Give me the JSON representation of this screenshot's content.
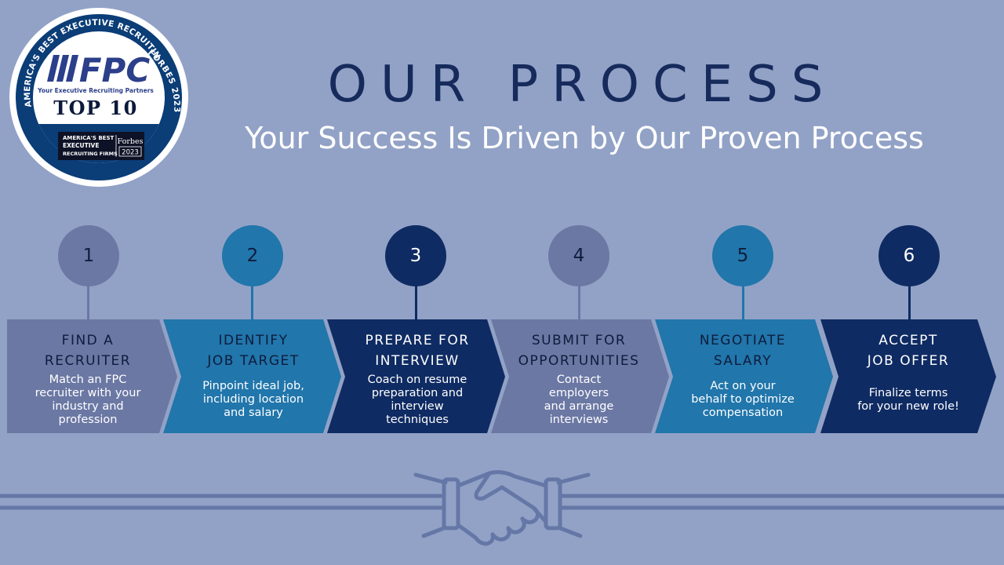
{
  "badge": {
    "arc_left": "AMERICA'S BEST EXECUTIVE RECRUITING FIRMS",
    "arc_right": "FORBES 2023",
    "logo": "FPC",
    "tagline": "Your Executive Recruiting Partners",
    "rank": "TOP 10",
    "seal_line1": "AMERICA'S BEST",
    "seal_line2": "EXECUTIVE",
    "seal_line3": "RECRUITING FIRMS",
    "seal_brand": "Forbes",
    "seal_year": "2023"
  },
  "title": "OUR PROCESS",
  "subtitle": "Your Success Is Driven by Our Proven Process",
  "colors": {
    "background": "#92a2c6",
    "gray_blue": "#6b78a4",
    "mid_blue": "#2176ab",
    "navy": "#0f2b63"
  },
  "steps": [
    {
      "number": "1",
      "heading": "FIND A\nRECRUITER",
      "description": "Match an FPC\nrecruiter with your\nindustry and\nprofession"
    },
    {
      "number": "2",
      "heading": "IDENTIFY\nJOB TARGET",
      "description": "Pinpoint ideal job,\nincluding location\nand salary"
    },
    {
      "number": "3",
      "heading": "PREPARE FOR\nINTERVIEW",
      "description": "Coach on resume\npreparation and\ninterview\ntechniques"
    },
    {
      "number": "4",
      "heading": "SUBMIT FOR\nOPPORTUNITIES",
      "description": "Contact\nemployers\nand arrange\ninterviews"
    },
    {
      "number": "5",
      "heading": "NEGOTIATE\nSALARY",
      "description": "Act on your\nbehalf to optimize\ncompensation"
    },
    {
      "number": "6",
      "heading": "ACCEPT\nJOB OFFER",
      "description": "Finalize terms\nfor your new role!"
    }
  ],
  "icons": {
    "bottom": "handshake-icon"
  }
}
